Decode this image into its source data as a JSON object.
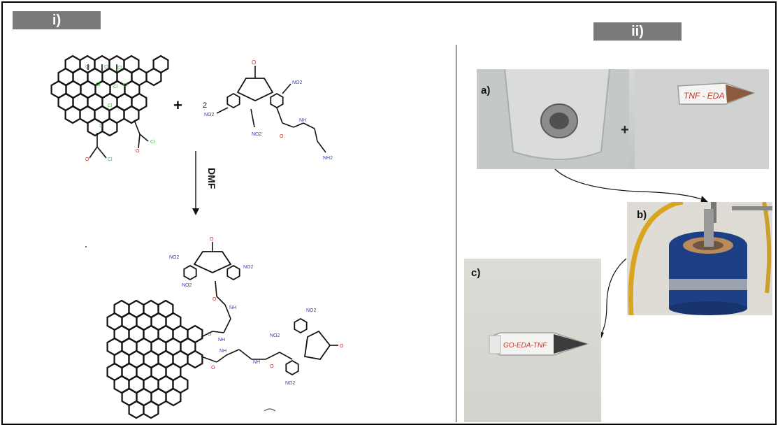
{
  "panel_i": {
    "badge": "i)",
    "plus": "+",
    "coefficient": "2",
    "reagent": "DMF",
    "reactant_groups": {
      "nitro": "NO2",
      "amide_nh": "NH",
      "amine": "NH2",
      "chloro": "Cl",
      "oxygen": "O"
    }
  },
  "panel_ii": {
    "badge": "ii)",
    "plus": "+",
    "photo_a": {
      "label": "a)",
      "tube_text": "TNF - EDA"
    },
    "photo_b": {
      "label": "b)"
    },
    "photo_c": {
      "label": "c)",
      "tube_text": "GO-EDA-TNF"
    }
  },
  "colors": {
    "badge": "#7a7a7a",
    "bond": "#111111",
    "chloro": "#2fbf2f",
    "oxygen": "#d42020",
    "nitrogen": "#2a3fd0",
    "heater": "#1d3f86"
  }
}
